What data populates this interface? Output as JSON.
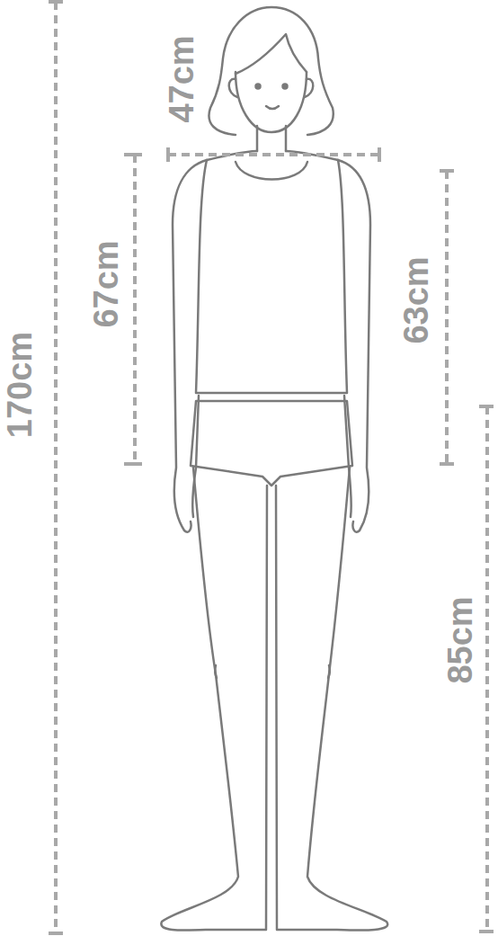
{
  "diagram": {
    "labels": [
      "47cm",
      "67cm",
      "170cm",
      "63cm",
      "85cm"
    ]
  }
}
